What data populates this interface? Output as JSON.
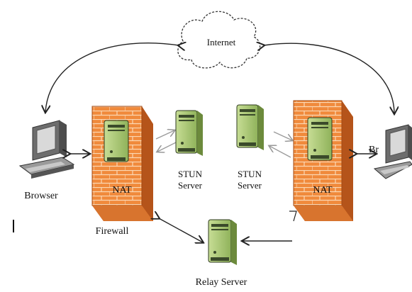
{
  "internet_label": "Internet",
  "left_browser_label": "Browser",
  "right_browser_label": "Br",
  "left_nat_label": "NAT",
  "right_nat_label": "NAT",
  "firewall_label": "Firewall",
  "stun_left_label": [
    "STUN",
    "Server"
  ],
  "stun_right_label": [
    "STUN",
    "Server"
  ],
  "relay_label": "Relay Server",
  "colors": {
    "firewall_orange": "#f08a3c",
    "firewall_dark": "#c8601e",
    "server_green": "#9fc16a",
    "server_dark": "#3a4a2a",
    "computer_gray": "#8a8a8a"
  }
}
